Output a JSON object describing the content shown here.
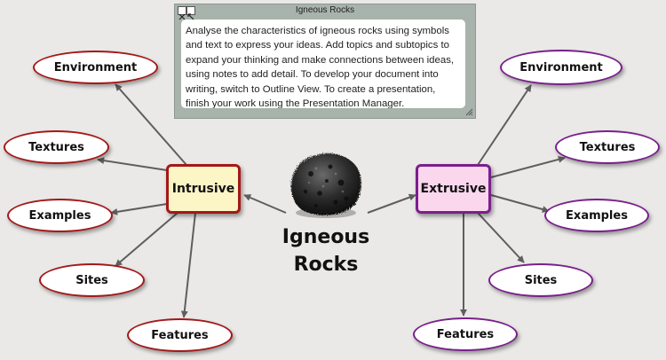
{
  "colors": {
    "background": "#eae9e7",
    "edge": "#5e5e5e",
    "intrusive_border": "#a31818",
    "intrusive_fill": "#fcf6c6",
    "extrusive_border": "#7a1f8c",
    "extrusive_fill": "#fbd7ee",
    "note_frame": "#a7b3ab"
  },
  "central": {
    "title_line1": "Igneous",
    "title_line2": "Rocks",
    "image": "lava-rock-image"
  },
  "intrusive": {
    "label": "Intrusive",
    "subtopics": {
      "environment": "Environment",
      "textures": "Textures",
      "examples": "Examples",
      "sites": "Sites",
      "features": "Features"
    }
  },
  "extrusive": {
    "label": "Extrusive",
    "subtopics": {
      "environment": "Environment",
      "textures": "Textures",
      "examples": "Examples",
      "sites": "Sites",
      "features": "Features"
    }
  },
  "note": {
    "title": "Igneous Rocks",
    "close_icon": "close-icon",
    "shrink_icon": "shrink-icon",
    "body": "Analyse the characteristics of igneous rocks using symbols and text to express your ideas. Add topics and subtopics to expand your thinking and make connections between ideas, using notes to add detail. To develop your document into writing, switch to Outline View. To create a presentation, finish your work using the Presentation Manager."
  }
}
